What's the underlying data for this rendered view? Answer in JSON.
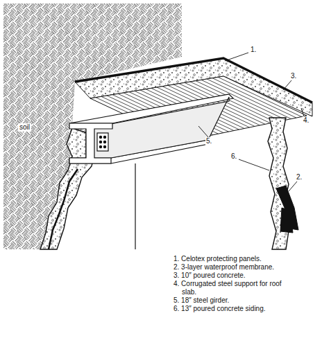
{
  "diagram": {
    "labels": [
      "soil",
      "1.",
      "2.",
      "3.",
      "4.",
      "5.",
      "6.",
      "1. Celotex protecting panels.",
      "2. 3-layer waterproof membrane.",
      "3. 10″ poured concrete.",
      "4. Corrugated steel support for roof slab.",
      "5. 18″ steel girder.",
      "6. 13″ poured concrete siding."
    ]
  }
}
